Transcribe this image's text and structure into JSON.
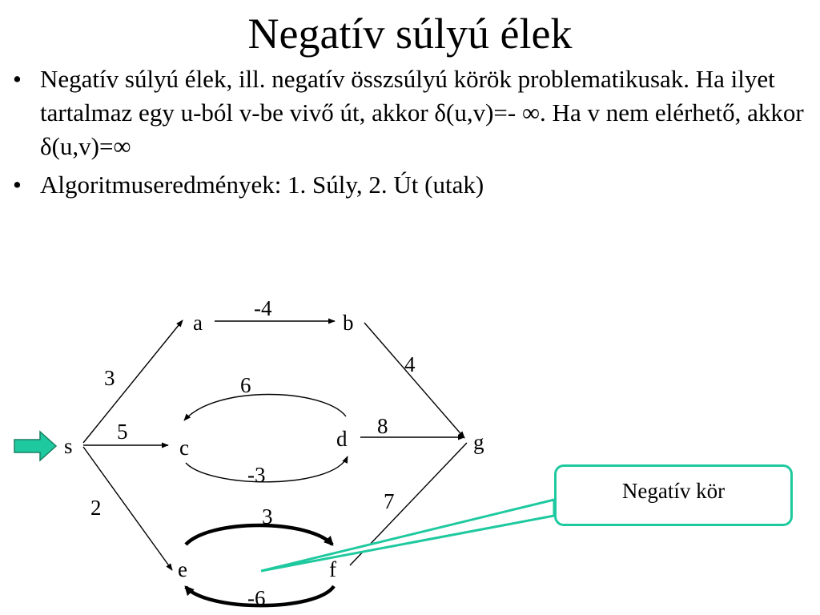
{
  "slide": {
    "title": "Negatív súlyú élek",
    "bullets": [
      "Negatív súlyú élek, ill. negatív összsúlyú körök problematikusak. Ha ilyet tartalmaz egy u-ból v-be vivő út, akkor δ(u,v)=- ∞. Ha v nem elérhető, akkor δ(u,v)=∞",
      "Algoritmuseredmények: 1. Súly, 2. Út (utak)"
    ],
    "bullet_glyph": "•"
  },
  "graph": {
    "nodes": {
      "s": "s",
      "a": "a",
      "b": "b",
      "c": "c",
      "d": "d",
      "e": "e",
      "f": "f",
      "g": "g"
    },
    "weights": {
      "s_a": "3",
      "s_c": "5",
      "s_e": "2",
      "a_b": "-4",
      "b_g": "4",
      "d_c": "6",
      "c_d": "-3",
      "d_g": "8",
      "e_f": "3",
      "f_e": "-6",
      "f_g": "7"
    }
  },
  "callout": {
    "text": "Negatív kör"
  },
  "colors": {
    "arrow_fill": "#1fc99f",
    "callout_border": "#1fc99f",
    "pointer_line": "#1fc99f"
  }
}
